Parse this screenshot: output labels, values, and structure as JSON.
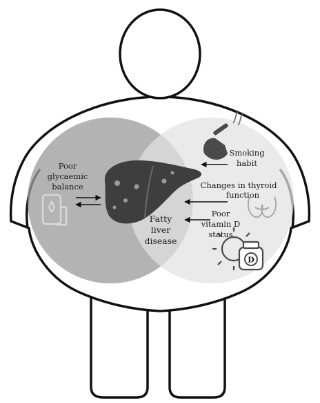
{
  "labels": {
    "poor_glycaemic_balance": [
      "Poor",
      "glycaemic",
      "balance"
    ],
    "smoking_habit": [
      "Smoking",
      "habit"
    ],
    "thyroid_changes": [
      "Changes in thyroid",
      "function"
    ],
    "vitamin_d": [
      "Poor",
      "vitamin D",
      "status"
    ],
    "fatty_liver_disease": [
      "Fatty",
      "liver",
      "disease"
    ],
    "vitamin_d_badge": "D"
  },
  "icons": {
    "body": "person-silhouette-icon",
    "liver": "liver-icon",
    "glucose_meter": "glucose-meter-icon",
    "smoking": "hand-cigarette-icon",
    "thyroid": "thyroid-icon",
    "vitamin_d": "sun-vitamin-d-bottle-icon"
  },
  "colors": {
    "outline": "#111111",
    "left_circle": "#9e9e9e",
    "right_circle": "#d9d9d9",
    "liver": "#3e3e3e",
    "arrow": "#111111"
  }
}
